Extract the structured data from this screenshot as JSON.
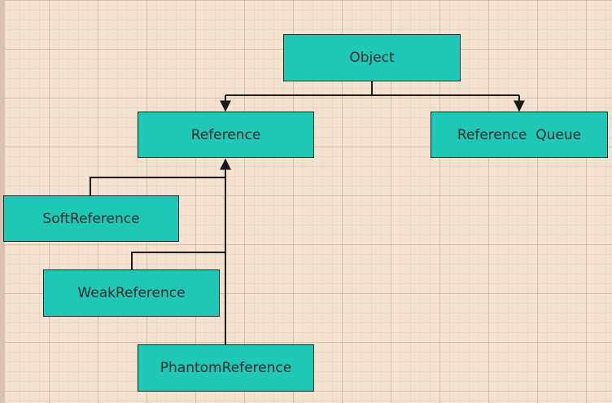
{
  "diagram": {
    "nodes": {
      "object": "Object",
      "reference": "Reference",
      "reference_queue": "Reference  Queue",
      "soft_reference": "SoftReference",
      "weak_reference": "WeakReference",
      "phantom_reference": "PhantomReference"
    }
  },
  "colors": {
    "background": "#f3e2cf",
    "node_fill": "#1fc7b6",
    "line": "#1a1a1a"
  }
}
